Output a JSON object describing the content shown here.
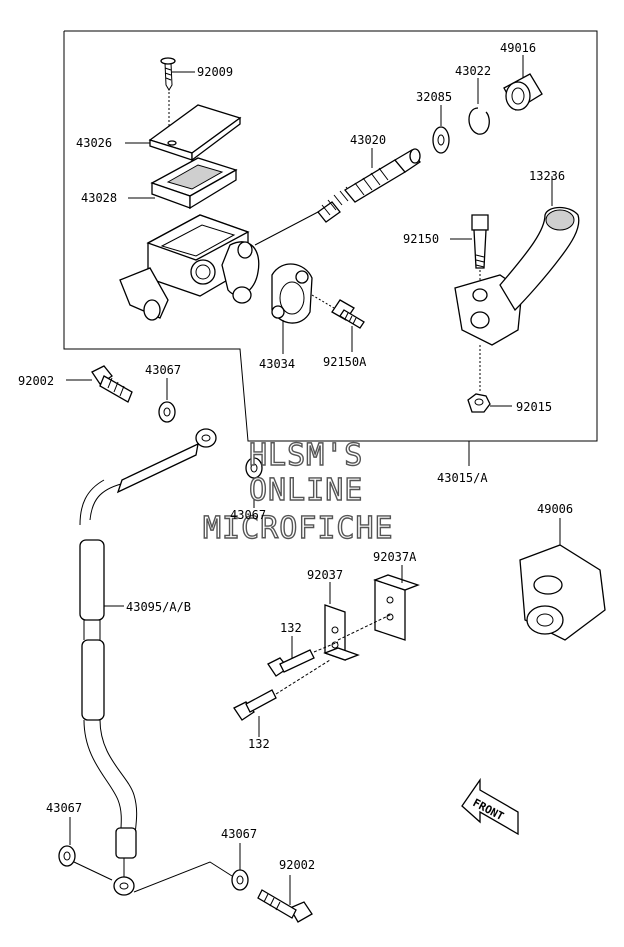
{
  "watermark": {
    "line1": "HLSM'S",
    "line2": "ONLINE",
    "line3": "MICROFICHE"
  },
  "front_badge": "FRONT",
  "parts": {
    "p92009": "92009",
    "p49016": "49016",
    "p43022": "43022",
    "p32085": "32085",
    "p43026": "43026",
    "p43020": "43020",
    "p43028": "43028",
    "p13236": "13236",
    "p92150": "92150",
    "p43034": "43034",
    "p92150A": "92150A",
    "p92002_top": "92002",
    "p43067_top": "43067",
    "p92015": "92015",
    "p43015A": "43015/A",
    "p43067_mid": "43067",
    "p49006": "49006",
    "p92037": "92037",
    "p92037A": "92037A",
    "p43095AB": "43095/A/B",
    "p132_top": "132",
    "p132_bottom": "132",
    "p43067_bl": "43067",
    "p43067_bm": "43067",
    "p92002_bottom": "92002"
  }
}
